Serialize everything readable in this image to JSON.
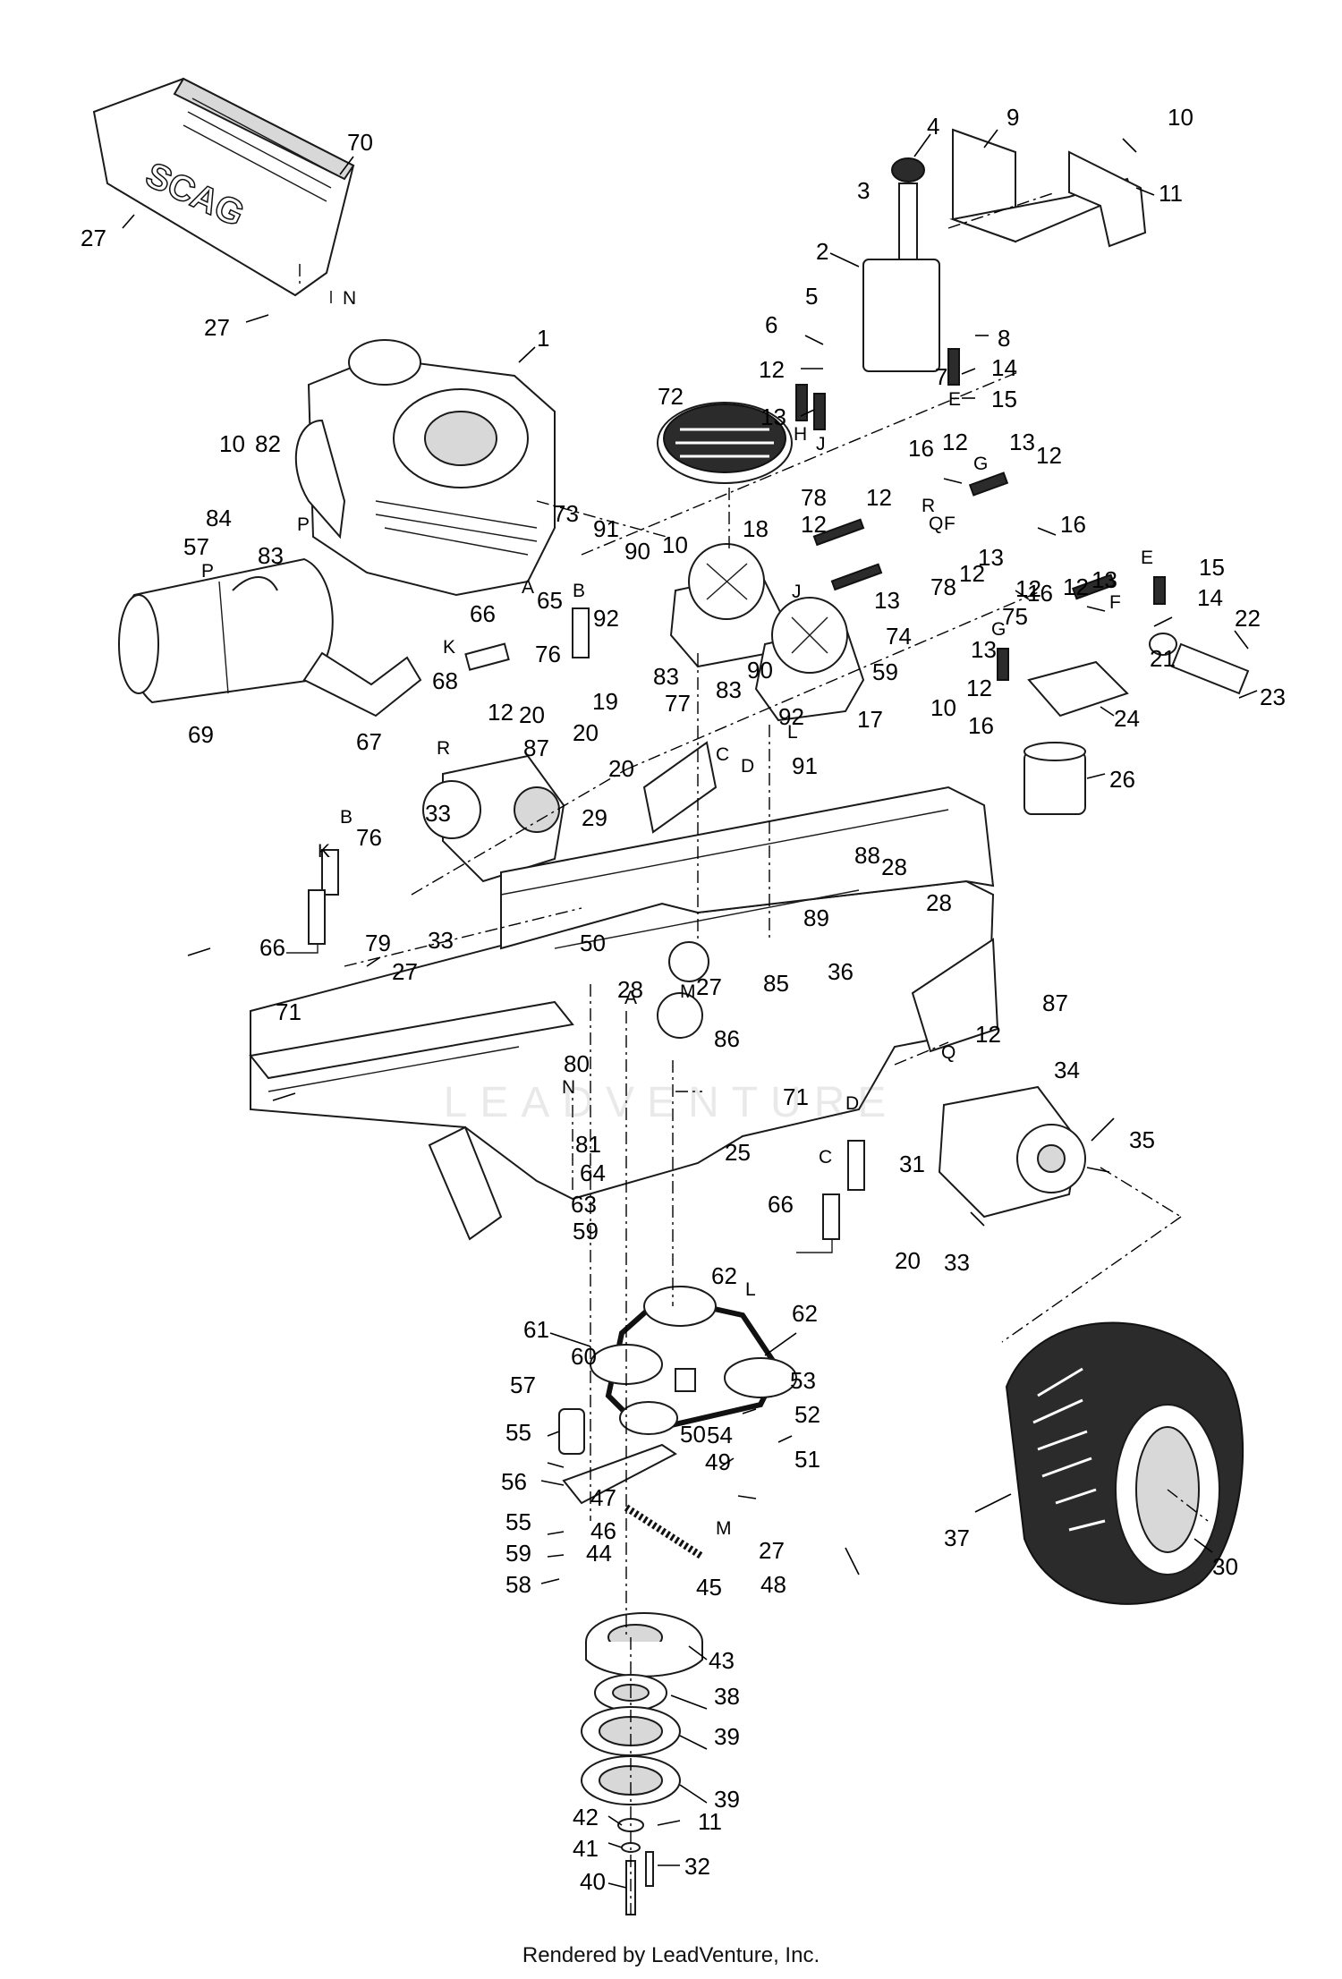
{
  "brand_label": "SCAG",
  "watermark": "LEADVENTURE",
  "footer": "Rendered by LeadVenture, Inc.",
  "callouts": [
    {
      "id": "1",
      "label": "1"
    },
    {
      "id": "2",
      "label": "2"
    },
    {
      "id": "3",
      "label": "3"
    },
    {
      "id": "4",
      "label": "4"
    },
    {
      "id": "5",
      "label": "5"
    },
    {
      "id": "6",
      "label": "6"
    },
    {
      "id": "7",
      "label": "7"
    },
    {
      "id": "8",
      "label": "8"
    },
    {
      "id": "9",
      "label": "9"
    },
    {
      "id": "10a",
      "label": "10"
    },
    {
      "id": "10b",
      "label": "10"
    },
    {
      "id": "10c",
      "label": "10"
    },
    {
      "id": "10d",
      "label": "10"
    },
    {
      "id": "11a",
      "label": "11"
    },
    {
      "id": "11b",
      "label": "11"
    },
    {
      "id": "12a",
      "label": "12"
    },
    {
      "id": "12b",
      "label": "12"
    },
    {
      "id": "12c",
      "label": "12"
    },
    {
      "id": "12d",
      "label": "12"
    },
    {
      "id": "12e",
      "label": "12"
    },
    {
      "id": "12f",
      "label": "12"
    },
    {
      "id": "12g",
      "label": "12"
    },
    {
      "id": "12h",
      "label": "12"
    },
    {
      "id": "12i",
      "label": "12"
    },
    {
      "id": "12j",
      "label": "12"
    },
    {
      "id": "12k",
      "label": "12"
    },
    {
      "id": "13a",
      "label": "13"
    },
    {
      "id": "13b",
      "label": "13"
    },
    {
      "id": "13c",
      "label": "13"
    },
    {
      "id": "13d",
      "label": "13"
    },
    {
      "id": "13e",
      "label": "13"
    },
    {
      "id": "13f",
      "label": "13"
    },
    {
      "id": "14a",
      "label": "14"
    },
    {
      "id": "14b",
      "label": "14"
    },
    {
      "id": "15a",
      "label": "15"
    },
    {
      "id": "15b",
      "label": "15"
    },
    {
      "id": "16a",
      "label": "16"
    },
    {
      "id": "16b",
      "label": "16"
    },
    {
      "id": "16c",
      "label": "16"
    },
    {
      "id": "16d",
      "label": "16"
    },
    {
      "id": "17",
      "label": "17"
    },
    {
      "id": "18",
      "label": "18"
    },
    {
      "id": "19",
      "label": "19"
    },
    {
      "id": "20a",
      "label": "20"
    },
    {
      "id": "20b",
      "label": "20"
    },
    {
      "id": "20c",
      "label": "20"
    },
    {
      "id": "20d",
      "label": "20"
    },
    {
      "id": "21",
      "label": "21"
    },
    {
      "id": "22",
      "label": "22"
    },
    {
      "id": "23",
      "label": "23"
    },
    {
      "id": "24",
      "label": "24"
    },
    {
      "id": "25",
      "label": "25"
    },
    {
      "id": "26",
      "label": "26"
    },
    {
      "id": "27a",
      "label": "27"
    },
    {
      "id": "27b",
      "label": "27"
    },
    {
      "id": "27c",
      "label": "27"
    },
    {
      "id": "27d",
      "label": "27"
    },
    {
      "id": "27e",
      "label": "27"
    },
    {
      "id": "28a",
      "label": "28"
    },
    {
      "id": "28b",
      "label": "28"
    },
    {
      "id": "28c",
      "label": "28"
    },
    {
      "id": "29",
      "label": "29"
    },
    {
      "id": "30",
      "label": "30"
    },
    {
      "id": "31",
      "label": "31"
    },
    {
      "id": "32",
      "label": "32"
    },
    {
      "id": "33a",
      "label": "33"
    },
    {
      "id": "33b",
      "label": "33"
    },
    {
      "id": "33c",
      "label": "33"
    },
    {
      "id": "34",
      "label": "34"
    },
    {
      "id": "35",
      "label": "35"
    },
    {
      "id": "36",
      "label": "36"
    },
    {
      "id": "37",
      "label": "37"
    },
    {
      "id": "38",
      "label": "38"
    },
    {
      "id": "39a",
      "label": "39"
    },
    {
      "id": "39b",
      "label": "39"
    },
    {
      "id": "40",
      "label": "40"
    },
    {
      "id": "41",
      "label": "41"
    },
    {
      "id": "42",
      "label": "42"
    },
    {
      "id": "43",
      "label": "43"
    },
    {
      "id": "44",
      "label": "44"
    },
    {
      "id": "45",
      "label": "45"
    },
    {
      "id": "46",
      "label": "46"
    },
    {
      "id": "47",
      "label": "47"
    },
    {
      "id": "48",
      "label": "48"
    },
    {
      "id": "49",
      "label": "49"
    },
    {
      "id": "50a",
      "label": "50"
    },
    {
      "id": "50b",
      "label": "50"
    },
    {
      "id": "51",
      "label": "51"
    },
    {
      "id": "52",
      "label": "52"
    },
    {
      "id": "53",
      "label": "53"
    },
    {
      "id": "54",
      "label": "54"
    },
    {
      "id": "55a",
      "label": "55"
    },
    {
      "id": "55b",
      "label": "55"
    },
    {
      "id": "56",
      "label": "56"
    },
    {
      "id": "57a",
      "label": "57"
    },
    {
      "id": "57b",
      "label": "57"
    },
    {
      "id": "58",
      "label": "58"
    },
    {
      "id": "59a",
      "label": "59"
    },
    {
      "id": "59b",
      "label": "59"
    },
    {
      "id": "59c",
      "label": "59"
    },
    {
      "id": "60",
      "label": "60"
    },
    {
      "id": "61",
      "label": "61"
    },
    {
      "id": "62a",
      "label": "62"
    },
    {
      "id": "62b",
      "label": "62"
    },
    {
      "id": "63",
      "label": "63"
    },
    {
      "id": "64",
      "label": "64"
    },
    {
      "id": "65",
      "label": "65"
    },
    {
      "id": "66a",
      "label": "66"
    },
    {
      "id": "66b",
      "label": "66"
    },
    {
      "id": "66c",
      "label": "66"
    },
    {
      "id": "67",
      "label": "67"
    },
    {
      "id": "68",
      "label": "68"
    },
    {
      "id": "69",
      "label": "69"
    },
    {
      "id": "70",
      "label": "70"
    },
    {
      "id": "71a",
      "label": "71"
    },
    {
      "id": "71b",
      "label": "71"
    },
    {
      "id": "72",
      "label": "72"
    },
    {
      "id": "73",
      "label": "73"
    },
    {
      "id": "74",
      "label": "74"
    },
    {
      "id": "75",
      "label": "75"
    },
    {
      "id": "76a",
      "label": "76"
    },
    {
      "id": "76b",
      "label": "76"
    },
    {
      "id": "77",
      "label": "77"
    },
    {
      "id": "78a",
      "label": "78"
    },
    {
      "id": "78b",
      "label": "78"
    },
    {
      "id": "79",
      "label": "79"
    },
    {
      "id": "80",
      "label": "80"
    },
    {
      "id": "81",
      "label": "81"
    },
    {
      "id": "82",
      "label": "82"
    },
    {
      "id": "83a",
      "label": "83"
    },
    {
      "id": "83b",
      "label": "83"
    },
    {
      "id": "83c",
      "label": "83"
    },
    {
      "id": "84",
      "label": "84"
    },
    {
      "id": "85",
      "label": "85"
    },
    {
      "id": "86",
      "label": "86"
    },
    {
      "id": "87a",
      "label": "87"
    },
    {
      "id": "87b",
      "label": "87"
    },
    {
      "id": "88",
      "label": "88"
    },
    {
      "id": "89",
      "label": "89"
    },
    {
      "id": "90a",
      "label": "90"
    },
    {
      "id": "90b",
      "label": "90"
    },
    {
      "id": "91a",
      "label": "91"
    },
    {
      "id": "91b",
      "label": "91"
    },
    {
      "id": "92a",
      "label": "92"
    },
    {
      "id": "92b",
      "label": "92"
    }
  ],
  "reference_letters": [
    {
      "id": "Na",
      "label": "N"
    },
    {
      "id": "Nb",
      "label": "N"
    },
    {
      "id": "Pa",
      "label": "P"
    },
    {
      "id": "Pb",
      "label": "P"
    },
    {
      "id": "Aa",
      "label": "A"
    },
    {
      "id": "Ab",
      "label": "A"
    },
    {
      "id": "Ba",
      "label": "B"
    },
    {
      "id": "Bb",
      "label": "B"
    },
    {
      "id": "Ka",
      "label": "K"
    },
    {
      "id": "Kb",
      "label": "K"
    },
    {
      "id": "Ra",
      "label": "R"
    },
    {
      "id": "Rb",
      "label": "R"
    },
    {
      "id": "Ha",
      "label": "H"
    },
    {
      "id": "Ja",
      "label": "J"
    },
    {
      "id": "Jb",
      "label": "J"
    },
    {
      "id": "Ea",
      "label": "E"
    },
    {
      "id": "Eb",
      "label": "E"
    },
    {
      "id": "Ga",
      "label": "G"
    },
    {
      "id": "Gb",
      "label": "G"
    },
    {
      "id": "Qa",
      "label": "Q"
    },
    {
      "id": "Qb",
      "label": "Q"
    },
    {
      "id": "Fa",
      "label": "F"
    },
    {
      "id": "Fb",
      "label": "F"
    },
    {
      "id": "Ca",
      "label": "C"
    },
    {
      "id": "Cb",
      "label": "C"
    },
    {
      "id": "Da",
      "label": "D"
    },
    {
      "id": "Db",
      "label": "D"
    },
    {
      "id": "La",
      "label": "L"
    },
    {
      "id": "Lb",
      "label": "L"
    },
    {
      "id": "Ma",
      "label": "M"
    },
    {
      "id": "Mb",
      "label": "M"
    }
  ]
}
